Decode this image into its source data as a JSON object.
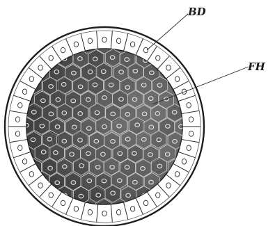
{
  "figure": {
    "labels": [
      {
        "id": "bd",
        "text": "BD"
      },
      {
        "id": "fh",
        "text": "FH"
      }
    ],
    "colors": {
      "background": "#ffffff",
      "outline": "#1e1e1e",
      "epithelium_fill": "#ffffff",
      "core_dark": "#474747",
      "core_mid": "#6a6a6a",
      "core_light": "#8c8c8c",
      "cell_edge": "#c8c8c8",
      "nucleus": "#e4e4e4"
    }
  }
}
